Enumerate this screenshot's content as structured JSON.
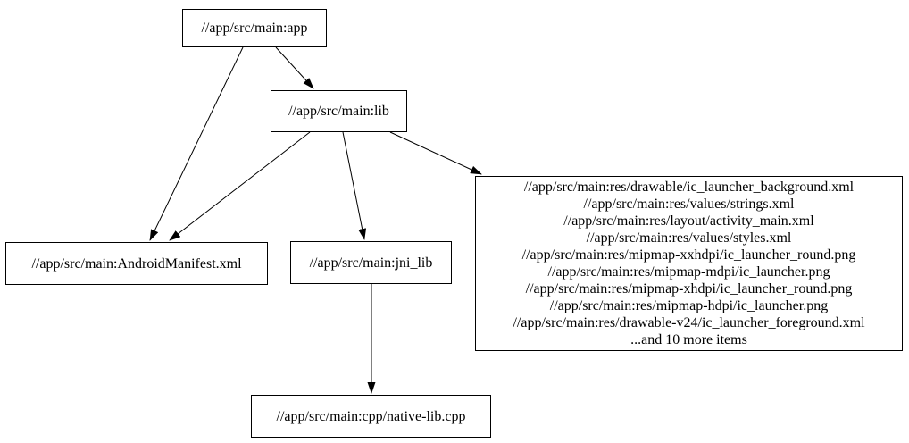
{
  "diagram": {
    "kind": "dependency-graph",
    "nodes": {
      "app": {
        "label": "//app/src/main:app"
      },
      "lib": {
        "label": "//app/src/main:lib"
      },
      "manifest": {
        "label": "//app/src/main:AndroidManifest.xml"
      },
      "jni_lib": {
        "label": "//app/src/main:jni_lib"
      },
      "res": {
        "lines": [
          "//app/src/main:res/drawable/ic_launcher_background.xml",
          "//app/src/main:res/values/strings.xml",
          "//app/src/main:res/layout/activity_main.xml",
          "//app/src/main:res/values/styles.xml",
          "//app/src/main:res/mipmap-xxhdpi/ic_launcher_round.png",
          "//app/src/main:res/mipmap-mdpi/ic_launcher.png",
          "//app/src/main:res/mipmap-xhdpi/ic_launcher_round.png",
          "//app/src/main:res/mipmap-hdpi/ic_launcher.png",
          "//app/src/main:res/drawable-v24/ic_launcher_foreground.xml",
          "...and 10 more items"
        ]
      },
      "native_lib": {
        "label": "//app/src/main:cpp/native-lib.cpp"
      }
    },
    "edges": [
      {
        "from": "app",
        "to": "lib"
      },
      {
        "from": "app",
        "to": "manifest"
      },
      {
        "from": "lib",
        "to": "manifest"
      },
      {
        "from": "lib",
        "to": "jni_lib"
      },
      {
        "from": "lib",
        "to": "res"
      },
      {
        "from": "jni_lib",
        "to": "native_lib"
      }
    ],
    "colors": {
      "background": "#ffffff",
      "node_border": "#000000",
      "edge": "#000000",
      "text": "#000000"
    }
  }
}
